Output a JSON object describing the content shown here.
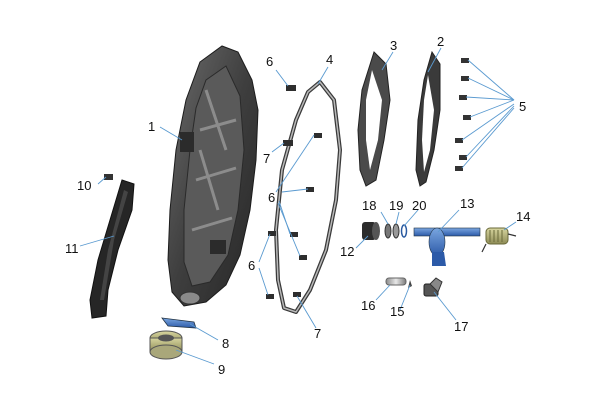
{
  "callouts": [
    {
      "id": "c1",
      "text": "1"
    },
    {
      "id": "c2",
      "text": "2"
    },
    {
      "id": "c3",
      "text": "3"
    },
    {
      "id": "c4",
      "text": "4"
    },
    {
      "id": "c5",
      "text": "5"
    },
    {
      "id": "c6a",
      "text": "6"
    },
    {
      "id": "c6b",
      "text": "6"
    },
    {
      "id": "c6c",
      "text": "6"
    },
    {
      "id": "c7a",
      "text": "7"
    },
    {
      "id": "c7b",
      "text": "7"
    },
    {
      "id": "c8",
      "text": "8"
    },
    {
      "id": "c9",
      "text": "9"
    },
    {
      "id": "c10",
      "text": "10"
    },
    {
      "id": "c11",
      "text": "11"
    },
    {
      "id": "c12",
      "text": "12"
    },
    {
      "id": "c13",
      "text": "13"
    },
    {
      "id": "c14",
      "text": "14"
    },
    {
      "id": "c15",
      "text": "15"
    },
    {
      "id": "c16",
      "text": "16"
    },
    {
      "id": "c17",
      "text": "17"
    },
    {
      "id": "c18",
      "text": "18"
    },
    {
      "id": "c19",
      "text": "19"
    },
    {
      "id": "c20",
      "text": "20"
    }
  ]
}
